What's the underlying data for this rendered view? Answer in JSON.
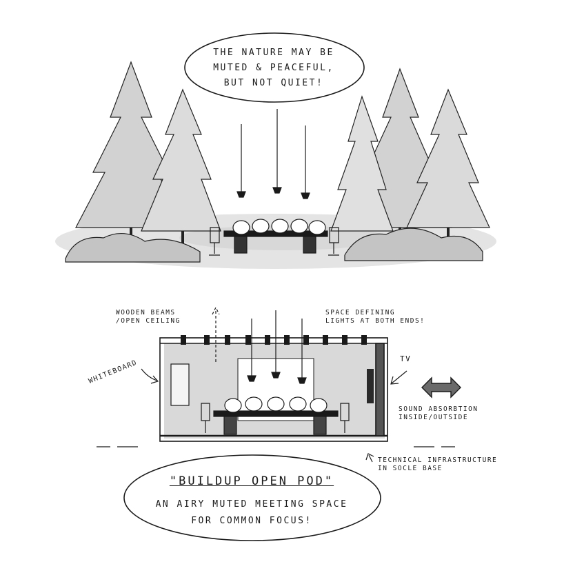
{
  "notes": {
    "top_bubble": [
      "THE NATURE MAY BE",
      "MUTED & PEACEFUL,",
      "BUT NOT QUIET!"
    ],
    "beams": [
      "WOODEN BEAMS",
      "/OPEN CEILING"
    ],
    "lights": [
      "SPACE DEFINING",
      "LIGHTS AT BOTH ENDS!"
    ],
    "whiteboard": "WHITEBOARD",
    "tv": "TV",
    "sound": [
      "SOUND ABSORBTION",
      "INSIDE/OUTSIDE"
    ],
    "infrastructure": [
      "TECHNICAL INFRASTRUCTURE",
      "IN SOCLE BASE"
    ],
    "bottom_title": "\"BUILDUP OPEN POD\"",
    "bottom_sub": [
      "AN AIRY MUTED MEETING SPACE",
      "FOR COMMON FOCUS!"
    ]
  },
  "colors": {
    "ink": "#1a1a1a",
    "grey_wash": "#d6d6d6",
    "dark_fill": "#3a3a3a"
  }
}
